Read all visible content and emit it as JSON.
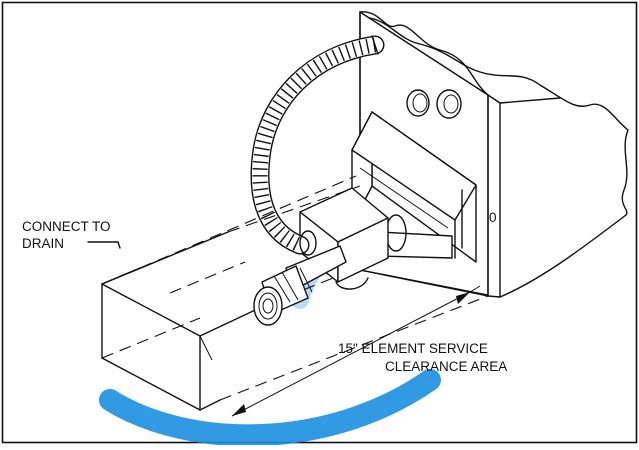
{
  "labels": {
    "connect_line1": "CONNECT TO",
    "connect_line2": "DRAIN",
    "clearance_line1": "15\"  ELEMENT SERVICE",
    "clearance_line2": "CLEARANCE AREA",
    "side_mark": "0"
  },
  "colors": {
    "line": "#111111",
    "background": "#ffffff",
    "watermark": "#1a8fe0"
  }
}
